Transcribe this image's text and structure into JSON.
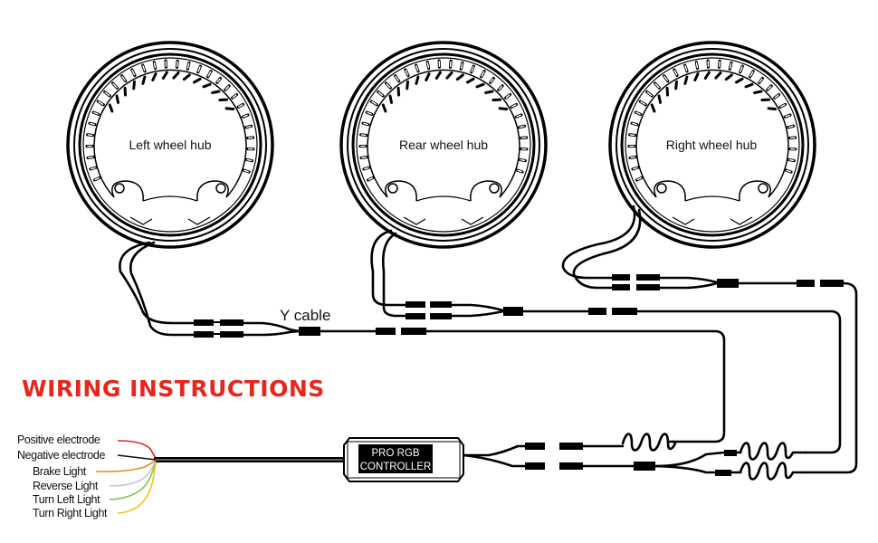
{
  "title": "WIRING INSTRUCTIONS",
  "hubs": [
    {
      "label": "Left wheel hub"
    },
    {
      "label": "Rear wheel hub"
    },
    {
      "label": "Right wheel hub"
    }
  ],
  "y_cable_label": "Y cable",
  "controller": {
    "line1": "PRO RGB",
    "line2": "CONTROLLER"
  },
  "legend": [
    {
      "label": "Positive electrode",
      "color": "#e02020"
    },
    {
      "label": "Negative electrode",
      "color": "#111111"
    },
    {
      "label": "Brake Light",
      "color": "#f08a1c"
    },
    {
      "label": "Reverse Light",
      "color": "#c8c8c8"
    },
    {
      "label": "Turn Left Light",
      "color": "#7ac943"
    },
    {
      "label": "Turn Right Light",
      "color": "#f2c21b"
    }
  ]
}
